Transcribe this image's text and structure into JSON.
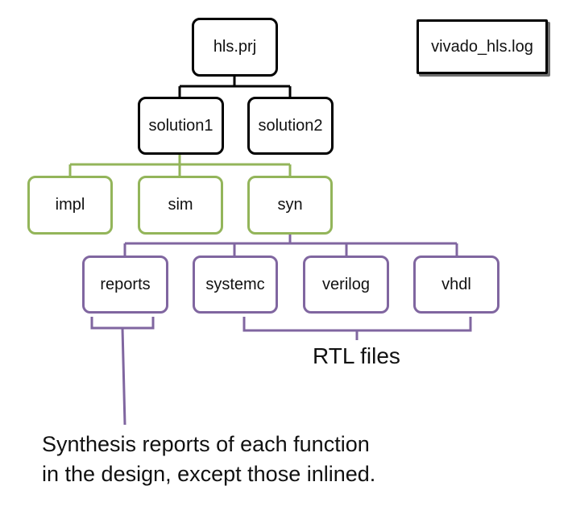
{
  "diagram": {
    "nodes": {
      "hls_prj": "hls.prj",
      "vivado_log": "vivado_hls.log",
      "solution1": "solution1",
      "solution2": "solution2",
      "impl": "impl",
      "sim": "sim",
      "syn": "syn",
      "reports": "reports",
      "systemc": "systemc",
      "verilog": "verilog",
      "vhdl": "vhdl"
    },
    "annotations": {
      "rtl_files": "RTL files",
      "synthesis_note_line1": "Synthesis reports of each function",
      "synthesis_note_line2": "in the design, except those inlined."
    },
    "colors": {
      "top_level": "#000000",
      "solution_subfolders": "#93b55a",
      "syn_subfolders": "#8066a0"
    }
  }
}
